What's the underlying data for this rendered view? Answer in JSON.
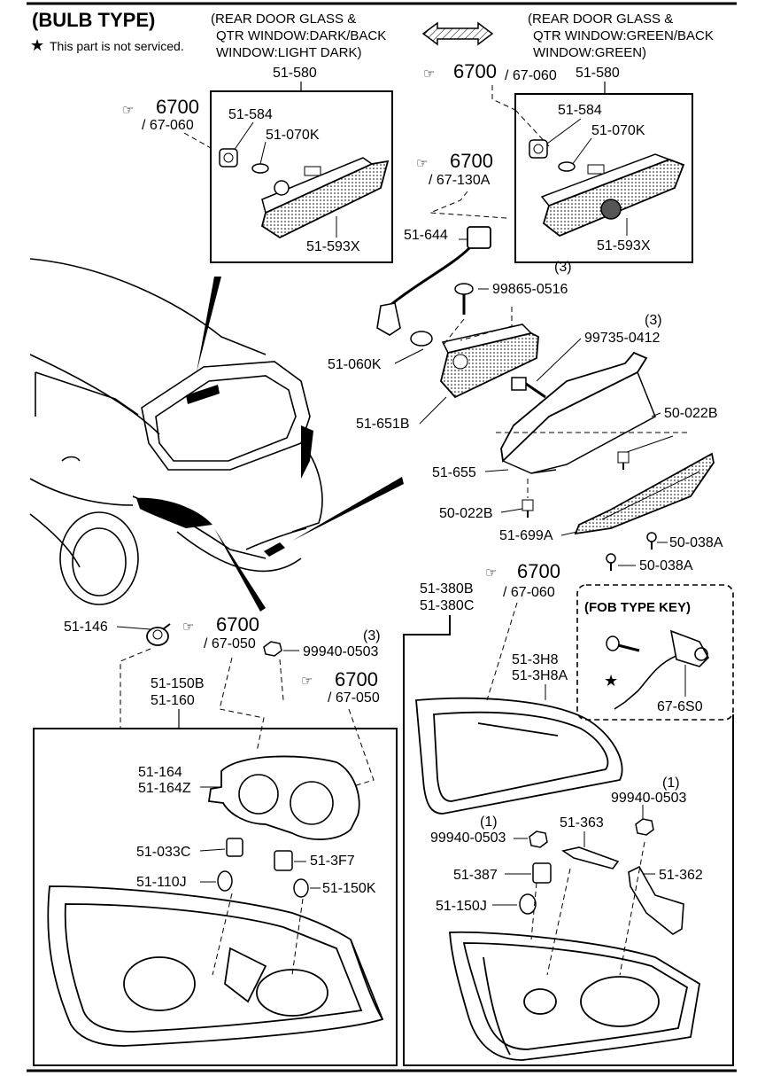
{
  "header": {
    "title": "(BULB TYPE)",
    "note": "This part is not serviced.",
    "left_variant": [
      "(REAR DOOR GLASS &",
      "QTR WINDOW:DARK/BACK",
      "WINDOW:LIGHT DARK)"
    ],
    "right_variant": [
      "(REAR DOOR GLASS &",
      "QTR WINDOW:GREEN/BACK",
      "WINDOW:GREEN)"
    ]
  },
  "refs": {
    "r1": {
      "big": "6700",
      "small": "/ 67-060"
    },
    "r2": {
      "big": "6700",
      "small": "/ 67-060"
    },
    "r3": {
      "big": "6700",
      "small": "/ 67-130A"
    },
    "r4": {
      "big": "6700",
      "small": "/ 67-050"
    },
    "r5": {
      "big": "6700",
      "small": "/ 67-050"
    },
    "r6": {
      "big": "6700",
      "small": "/ 67-060"
    }
  },
  "parts": {
    "p51580a": "51-580",
    "p51580b": "51-580",
    "p51584a": "51-584",
    "p51584b": "51-584",
    "p51070ka": "51-070K",
    "p51070kb": "51-070K",
    "p51593xa": "51-593X",
    "p51593xb": "51-593X",
    "p51644": "51-644",
    "p99865qty": "(3)",
    "p99865": "99865-0516",
    "p99735qty": "(3)",
    "p99735": "99735-0412",
    "p51060k": "51-060K",
    "p51651b": "51-651B",
    "p50022ba": "50-022B",
    "p51655": "51-655",
    "p50022bb": "50-022B",
    "p51699a": "51-699A",
    "p50038aa": "50-038A",
    "p50038ab": "50-038A",
    "p51146": "51-146",
    "p99940qty_a": "(3)",
    "p99940a": "99940-0503",
    "p51150b": "51-150B",
    "p51160": "51-160",
    "p51380b": "51-380B",
    "p51380c": "51-380C",
    "fob_title": "(FOB TYPE KEY)",
    "p676s0": "67-6S0",
    "p513h8": "51-3H8",
    "p513h8a": "51-3H8A",
    "p51164": "51-164",
    "p51164z": "51-164Z",
    "p51033c": "51-033C",
    "p513f7": "51-3F7",
    "p51110j": "51-110J",
    "p51150k": "51-150K",
    "p99940qty_b": "(1)",
    "p99940b": "99940-0503",
    "p99940qty_c": "(1)",
    "p99940c": "99940-0503",
    "p51363": "51-363",
    "p51387": "51-387",
    "p51362": "51-362",
    "p51150j": "51-150J"
  }
}
